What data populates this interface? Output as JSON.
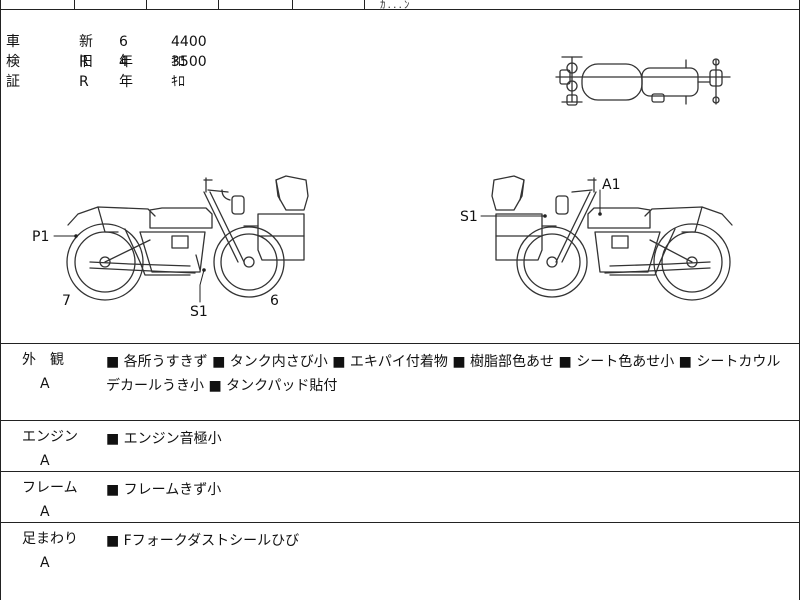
{
  "top_strip": {
    "partial_text": "ｶ...ﾝ"
  },
  "inspection": {
    "label": "車検証",
    "rows": [
      {
        "type": "新R",
        "term": "6年",
        "distance": "4400ｷﾛ"
      },
      {
        "type": "旧R",
        "term": "4年",
        "distance": "3500ｷﾛ"
      }
    ]
  },
  "diagram": {
    "left_labels": {
      "p1": "P1",
      "s1": "S1",
      "n7": "7",
      "n6": "6"
    },
    "right_labels": {
      "a1": "A1",
      "s1": "S1"
    }
  },
  "sections": [
    {
      "category": "外　観",
      "grade": "A",
      "notes": "■ 各所うすきず ■ タンク内さび小 ■ エキパイ付着物 ■ 樹脂部色あせ ■ シート色あせ小 ■ シートカウルデカールうき小 ■ タンクパッド貼付"
    },
    {
      "category": "エンジン",
      "grade": "A",
      "notes": "■ エンジン音極小"
    },
    {
      "category": "フレーム",
      "grade": "A",
      "notes": "■ フレームきず小"
    },
    {
      "category": "足まわり",
      "grade": "A",
      "notes": "■ Fフォークダストシールひび"
    }
  ]
}
